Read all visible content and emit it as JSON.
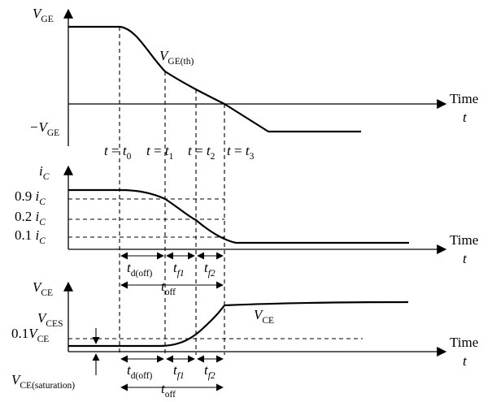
{
  "top_panel": {
    "y_axis_symbol": "V",
    "y_axis_subscript": "GE",
    "negative_level_symbol": "−V",
    "negative_level_subscript": "GE",
    "threshold_symbol": "V",
    "threshold_subscript": "GE(th)",
    "time_label": "Time",
    "time_symbol": "t",
    "instants": [
      {
        "lhs": "t",
        "eq": " = ",
        "var": "t",
        "sub": "0"
      },
      {
        "lhs": "t",
        "eq": " = ",
        "var": "t",
        "sub": "1"
      },
      {
        "lhs": "t",
        "eq": " = ",
        "var": "t",
        "sub": "2"
      },
      {
        "lhs": "t",
        "eq": " = ",
        "var": "t",
        "sub": "3"
      }
    ]
  },
  "middle_panel": {
    "y_axis_symbol": "i",
    "y_axis_subscript": "C",
    "levels": [
      {
        "coef": "0.9 ",
        "var": "i",
        "sub": "C"
      },
      {
        "coef": "0.2 ",
        "var": "i",
        "sub": "C"
      },
      {
        "coef": "0.1 ",
        "var": "i",
        "sub": "C"
      }
    ],
    "time_label": "Time",
    "time_symbol": "t",
    "intervals": [
      {
        "var": "t",
        "sub": "d(off)"
      },
      {
        "var": "t",
        "sub": "f1"
      },
      {
        "var": "t",
        "sub": "f2"
      }
    ],
    "total_interval": {
      "var": "t",
      "sub": "off"
    }
  },
  "bottom_panel": {
    "y_axis_symbol": "V",
    "y_axis_subscript": "CE",
    "level": {
      "coef": "0.1",
      "var": "V",
      "sub": "CE"
    },
    "saturation_symbol": "V",
    "saturation_subscript": "CES",
    "curve_symbol": "V",
    "curve_subscript": "CE",
    "saturation_note_symbol": "V",
    "saturation_note_subscript": "CE(saturation)",
    "time_label": "Time",
    "time_symbol": "t",
    "intervals": [
      {
        "var": "t",
        "sub": "d(off)"
      },
      {
        "var": "t",
        "sub": "f1"
      },
      {
        "var": "t",
        "sub": "f2"
      }
    ],
    "total_interval": {
      "var": "t",
      "sub": "off"
    }
  }
}
